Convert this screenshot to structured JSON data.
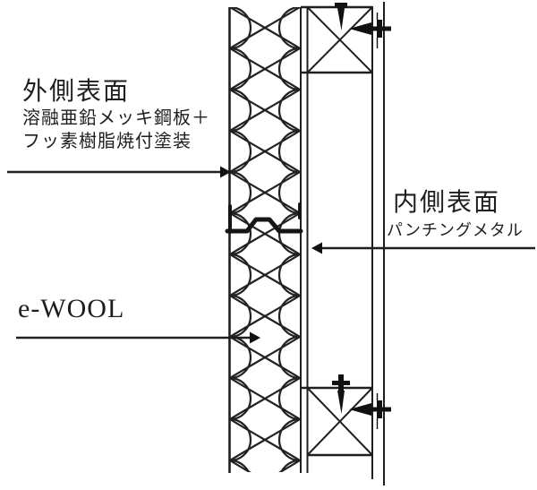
{
  "diagram": {
    "title_implicit": "wall-section-detail",
    "labels": {
      "outer_surface": {
        "title": "外側表面",
        "line1": "溶融亜鉛メッキ鋼板＋",
        "line2": "フッ素樹脂焼付塗装"
      },
      "inner_surface": {
        "title": "内側表面",
        "subtitle": "パンチングメタル"
      },
      "insulation": {
        "title": "e-WOOL"
      }
    },
    "icons": {
      "fasteners": [
        "screw-icon-top",
        "screw-icon-bottom",
        "bolt-icon-top",
        "bolt-icon-bottom"
      ]
    },
    "colors": {
      "line": "#1f1f1f",
      "fill_solid": "#111111",
      "background": "#ffffff"
    }
  }
}
